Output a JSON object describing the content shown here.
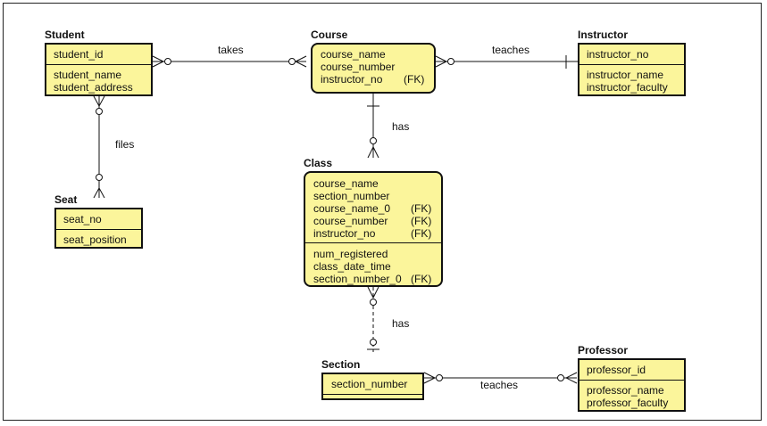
{
  "colors": {
    "entity_fill": "#fbf59b",
    "stroke": "#111111"
  },
  "entities": {
    "student": {
      "title": "Student",
      "pk": [
        "student_id"
      ],
      "attrs": [
        "student_name",
        "student_address"
      ]
    },
    "course": {
      "title": "Course",
      "pk": [
        "course_name",
        "course_number",
        "instructor_no"
      ],
      "pk_fk": [
        "",
        "",
        "(FK)"
      ],
      "attrs": []
    },
    "instructor": {
      "title": "Instructor",
      "pk": [
        "instructor_no"
      ],
      "attrs": [
        "instructor_name",
        "instructor_faculty"
      ]
    },
    "seat": {
      "title": "Seat",
      "pk": [
        "seat_no"
      ],
      "attrs": [
        "seat_position"
      ]
    },
    "class": {
      "title": "Class",
      "pk": [
        "course_name",
        "section_number",
        "course_name_0",
        "course_number",
        "instructor_no"
      ],
      "pk_fk": [
        "",
        "",
        "(FK)",
        "(FK)",
        "(FK)"
      ],
      "attrs": [
        "num_registered",
        "class_date_time",
        "section_number_0"
      ],
      "attrs_fk": [
        "",
        "",
        "(FK)"
      ]
    },
    "section": {
      "title": "Section",
      "pk": [
        "section_number"
      ],
      "attrs": []
    },
    "professor": {
      "title": "Professor",
      "pk": [
        "professor_id"
      ],
      "attrs": [
        "professor_name",
        "professor_faculty"
      ]
    }
  },
  "relationships": {
    "takes": "takes",
    "teaches_instructor": "teaches",
    "files": "files",
    "has_course_class": "has",
    "has_class_section": "has",
    "teaches_professor": "teaches"
  }
}
